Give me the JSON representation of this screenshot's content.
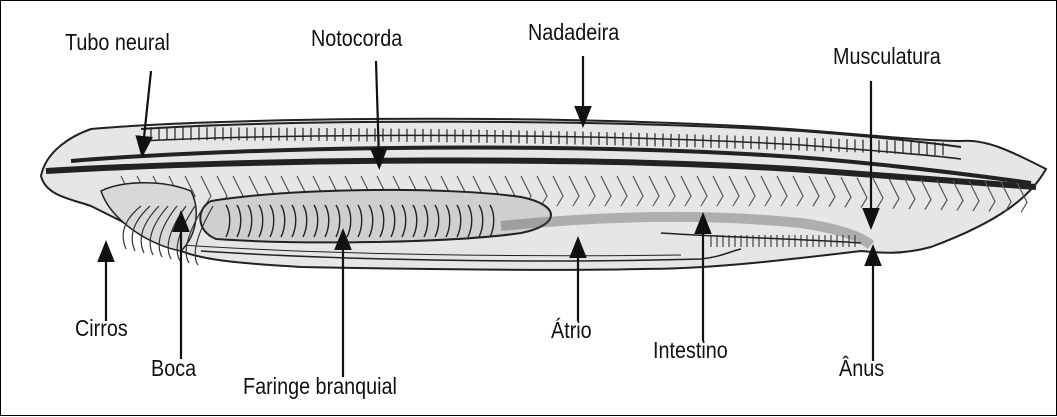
{
  "labels": {
    "tubo_neural": "Tubo neural",
    "notocorda": "Notocorda",
    "nadadeira": "Nadadeira",
    "musculatura": "Musculatura",
    "cirros": "Cirros",
    "boca": "Boca",
    "faringe_branquial": "Faringe branquial",
    "atrio": "Átrio",
    "intestino": "Intestino",
    "anus": "Ânus"
  },
  "colors": {
    "body_fill": "#e4e4e4",
    "shade": "#c9c9c9",
    "dark": "#1a1a1a",
    "ink": "#111111"
  }
}
